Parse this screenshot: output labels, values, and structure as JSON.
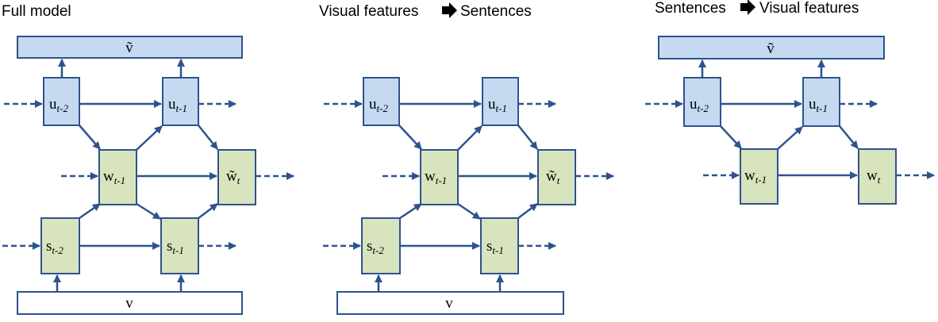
{
  "panels": [
    {
      "id": "full",
      "title": "Full model",
      "nodes": {
        "v_tilde": {
          "text": "ṽ",
          "sub": ""
        },
        "u_t2": {
          "text": "u",
          "sub": "t-2"
        },
        "u_t1": {
          "text": "u",
          "sub": "t-1"
        },
        "w_t1": {
          "text": "w",
          "sub": "t-1"
        },
        "w_t": {
          "text": "w̃",
          "sub": "t"
        },
        "s_t2": {
          "text": "s",
          "sub": "t-2"
        },
        "s_t1": {
          "text": "s",
          "sub": "t-1"
        },
        "v": {
          "text": "v",
          "sub": ""
        }
      }
    },
    {
      "id": "vis2sent",
      "title": "Visual features",
      "title_after": "Sentences",
      "nodes": {
        "u_t2": {
          "text": "u",
          "sub": "t-2"
        },
        "u_t1": {
          "text": "u",
          "sub": "t-1"
        },
        "w_t1": {
          "text": "w",
          "sub": "t-1"
        },
        "w_t": {
          "text": "w̃",
          "sub": "t"
        },
        "s_t2": {
          "text": "s",
          "sub": "t-2"
        },
        "s_t1": {
          "text": "s",
          "sub": "t-1"
        },
        "v": {
          "text": "v",
          "sub": ""
        }
      }
    },
    {
      "id": "sent2vis",
      "title": "Sentences",
      "title_after": "Visual features",
      "nodes": {
        "v_tilde": {
          "text": "ṽ",
          "sub": ""
        },
        "u_t2": {
          "text": "u",
          "sub": "t-2"
        },
        "u_t1": {
          "text": "u",
          "sub": "t-1"
        },
        "w_t1": {
          "text": "w",
          "sub": "t-1"
        },
        "w_t": {
          "text": "w",
          "sub": "t"
        }
      }
    }
  ],
  "colors": {
    "blue_fill": "#c5d9f1",
    "green_fill": "#d7e4bd",
    "white_fill": "#ffffff",
    "stroke": "#2f528f",
    "arrow": "#2f528f",
    "title_arrow": "#000000"
  }
}
